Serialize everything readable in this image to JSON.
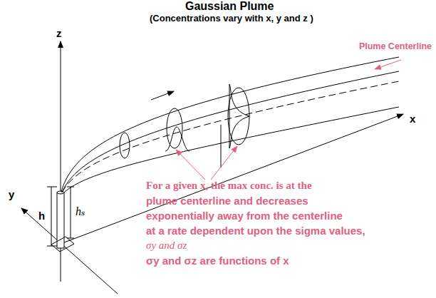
{
  "diagram": {
    "title": "Gaussian Plume",
    "labels": [
      "(Concentrations vary with x, y and z )",
      "z",
      "x",
      "y",
      "h",
      "hₛ",
      "Plume Centerline",
      "For a given x, the max conc. is at the",
      "plume centerline and decreases",
      "exponentially away from the centerline",
      "at a rate dependent upon the sigma values,",
      "σy and σz",
      "σy and σz are functions of x"
    ]
  }
}
